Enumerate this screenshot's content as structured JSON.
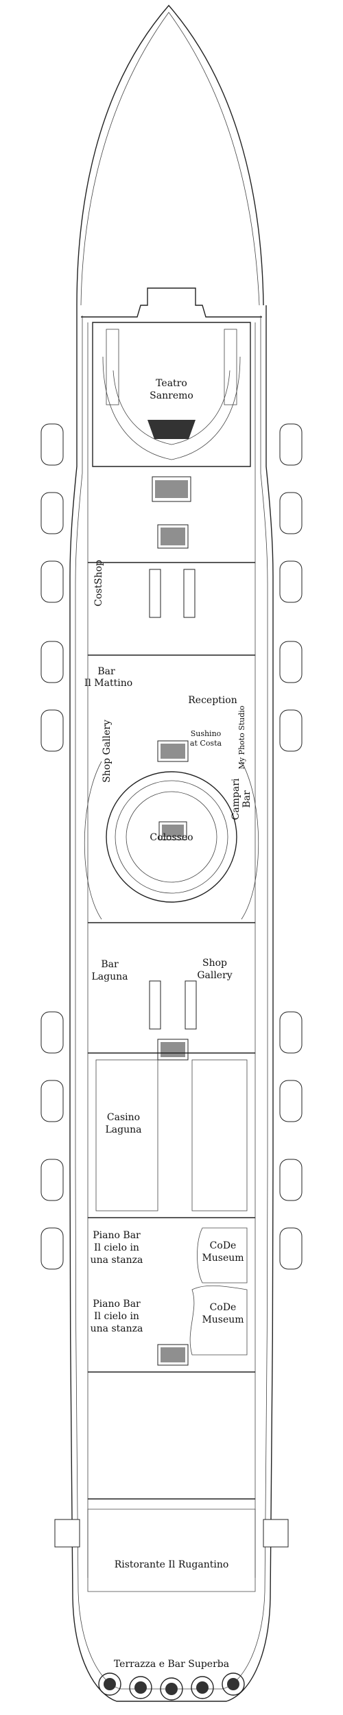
{
  "labels": {
    "teatro_line1": "Teatro",
    "teatro_line2": "Sanremo",
    "cost_shop": "CostShop",
    "bar_mattino_line1": "Bar",
    "bar_mattino_line2": "Il Mattino",
    "reception": "Reception",
    "shop_gallery_vertical": "Shop Gallery",
    "sushino_line1": "Sushino",
    "sushino_line2": "at Costa",
    "my_photo_studio": "My Photo Studio",
    "campari_line1": "Campari",
    "campari_line2": "Bar",
    "colosseo": "Colosseo",
    "bar_laguna_line1": "Bar",
    "bar_laguna_line2": "Laguna",
    "shop_gallery_line1": "Shop",
    "shop_gallery_line2": "Gallery",
    "casino_line1": "Casino",
    "casino_line2": "Laguna",
    "piano_bar_1_line1": "Piano Bar",
    "piano_bar_1_line2": "Il cielo in",
    "piano_bar_1_line3": "una stanza",
    "code_museum_1_line1": "CoDe",
    "code_museum_1_line2": "Museum",
    "piano_bar_2_line1": "Piano Bar",
    "piano_bar_2_line2": "Il cielo in",
    "piano_bar_2_line3": "una stanza",
    "code_museum_2_line1": "CoDe",
    "code_museum_2_line2": "Museum",
    "rugantino": "Ristorante Il Rugantino",
    "superba": "Terrazza e Bar Superba"
  },
  "colors": {
    "line": "#222222",
    "background": "#ffffff"
  }
}
